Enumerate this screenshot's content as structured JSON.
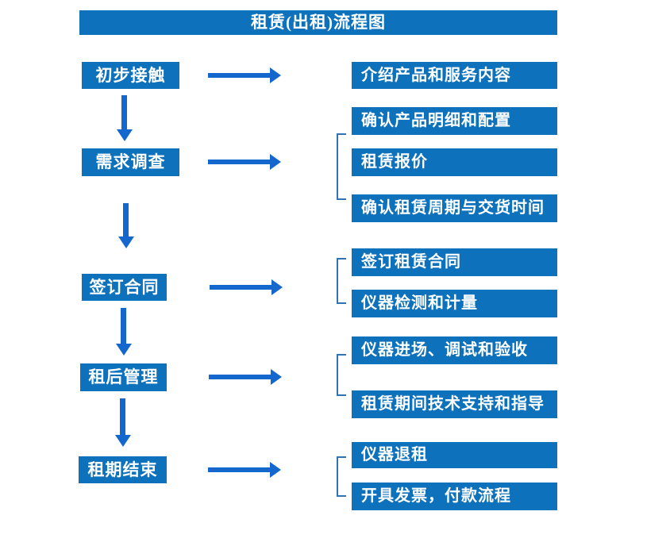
{
  "title": "租赁(出租)流程图",
  "colors": {
    "box_blue": "#0d71bc",
    "arrow_blue": "#1467cd",
    "bracket_blue": "#2e74b5",
    "text_white": "#ffffff"
  },
  "steps": [
    {
      "label": "初步接触",
      "details": [
        "介绍产品和服务内容"
      ]
    },
    {
      "label": "需求调查",
      "details": [
        "确认产品明细和配置",
        "租赁报价",
        "确认租赁周期与交货时间"
      ]
    },
    {
      "label": "签订合同",
      "details": [
        "签订租赁合同",
        "仪器检测和计量"
      ]
    },
    {
      "label": "租后管理",
      "details": [
        "仪器进场、调试和验收",
        "租赁期间技术支持和指导"
      ]
    },
    {
      "label": "租期结束",
      "details": [
        "仪器退租",
        "开具发票，付款流程"
      ]
    }
  ]
}
